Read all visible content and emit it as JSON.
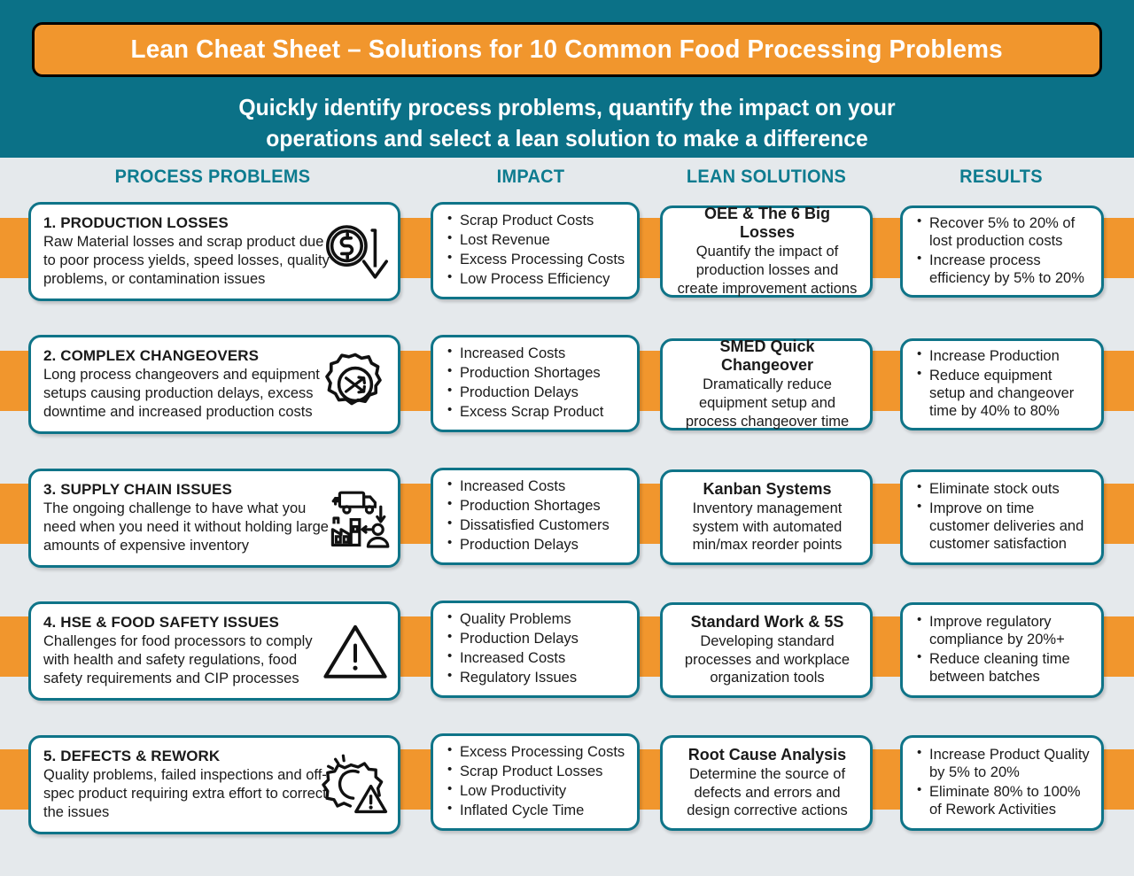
{
  "header": {
    "title": "Lean Cheat Sheet – Solutions for 10 Common Food Processing Problems",
    "subtitle_line1": "Quickly identify process problems, quantify the impact on your",
    "subtitle_line2": "operations and select a lean solution to make a difference",
    "bg_color": "#0b7187",
    "title_box_color": "#f1962d"
  },
  "columns": [
    {
      "label": "PROCESS PROBLEMS"
    },
    {
      "label": "IMPACT"
    },
    {
      "label": "LEAN SOLUTIONS"
    },
    {
      "label": "RESULTS"
    }
  ],
  "theme": {
    "page_bg": "#e5e9ec",
    "accent_orange": "#f1962d",
    "accent_teal": "#0f7488",
    "heading_teal": "#0d7b8f"
  },
  "rows": [
    {
      "problem": {
        "number_title": "1. PRODUCTION LOSSES",
        "body": "Raw Material losses and scrap product due to poor process yields, speed losses, quality problems, or contamination issues",
        "icon": "dollar-coin-down-arrow-icon"
      },
      "impact": [
        "Scrap Product Costs",
        "Lost Revenue",
        "Excess Processing Costs",
        "Low Process Efficiency"
      ],
      "solution": {
        "title": "OEE & The 6 Big Losses",
        "body": "Quantify the impact of production losses and create improvement actions"
      },
      "results": [
        "Recover 5% to 20% of lost production costs",
        "Increase process efficiency by 5% to 20%"
      ]
    },
    {
      "problem": {
        "number_title": "2. COMPLEX CHANGEOVERS",
        "body": "Long process changeovers and equipment setups causing production delays, excess downtime and increased production costs",
        "icon": "gear-shuffle-icon"
      },
      "impact": [
        "Increased Costs",
        "Production Shortages",
        "Production Delays",
        "Excess Scrap Product"
      ],
      "solution": {
        "title": "SMED Quick Changeover",
        "body": "Dramatically reduce equipment setup and process changeover time"
      },
      "results": [
        "Increase Production",
        "Reduce equipment setup and changeover time by 40% to 80%"
      ]
    },
    {
      "problem": {
        "number_title": "3. SUPPLY CHAIN ISSUES",
        "body": "The ongoing challenge to have what you need when you need it without holding large amounts of expensive inventory",
        "icon": "truck-factory-customer-icon"
      },
      "impact": [
        "Increased Costs",
        "Production Shortages",
        "Dissatisfied Customers",
        "Production Delays"
      ],
      "solution": {
        "title": "Kanban Systems",
        "body": "Inventory management system with automated min/max reorder points"
      },
      "results": [
        "Eliminate stock outs",
        "Improve on time customer deliveries and customer satisfaction"
      ]
    },
    {
      "problem": {
        "number_title": "4. HSE & FOOD SAFETY ISSUES",
        "body": "Challenges for food processors to comply with health and safety regulations, food safety requirements and CIP processes",
        "icon": "warning-triangle-icon"
      },
      "impact": [
        "Quality Problems",
        "Production Delays",
        "Increased Costs",
        "Regulatory Issues"
      ],
      "solution": {
        "title": "Standard Work & 5S",
        "body": "Developing standard processes and workplace organization tools"
      },
      "results": [
        "Improve regulatory compliance by 20%+",
        "Reduce cleaning time between batches"
      ]
    },
    {
      "problem": {
        "number_title": "5. DEFECTS & REWORK",
        "body": "Quality problems, failed inspections and off-spec product requiring extra effort to correct the issues",
        "icon": "broken-gear-warning-icon"
      },
      "impact": [
        "Excess Processing Costs",
        "Scrap Product Losses",
        "Low Productivity",
        "Inflated Cycle Time"
      ],
      "solution": {
        "title": "Root Cause Analysis",
        "body": "Determine the source of defects and errors and design corrective actions"
      },
      "results": [
        "Increase Product Quality by 5% to 20%",
        "Eliminate 80% to 100% of Rework Activities"
      ]
    }
  ]
}
